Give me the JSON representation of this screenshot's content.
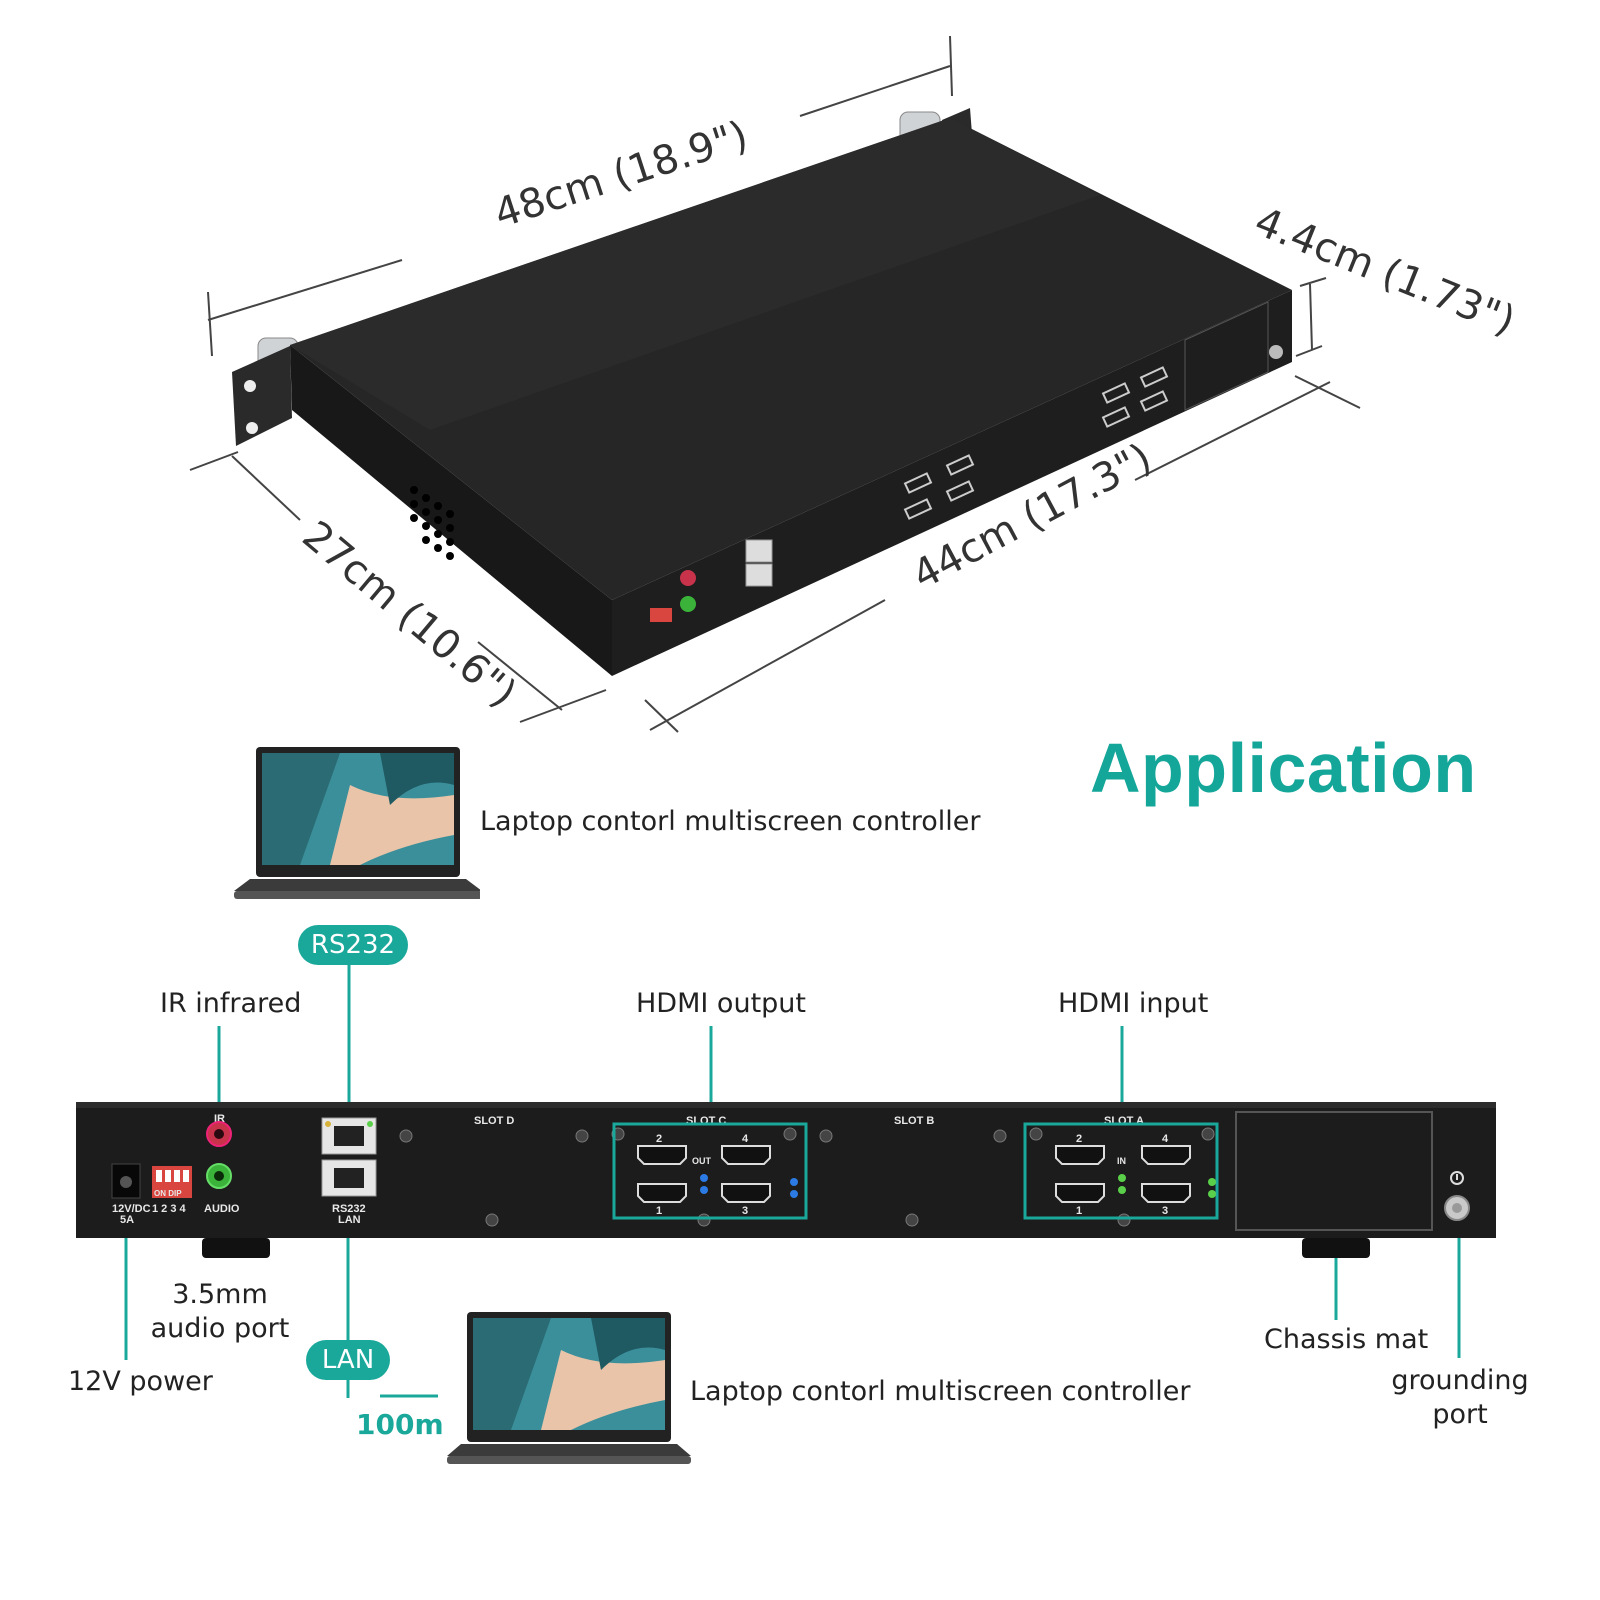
{
  "dimensions": {
    "length": "48cm (18.9\")",
    "height": "4.4cm (1.73\")",
    "depth": "27cm (10.6\")",
    "width": "44cm (17.3\")"
  },
  "title": "Application",
  "laptop_top_label": "Laptop contorl multiscreen controller",
  "laptop_bottom_label": "Laptop contorl multiscreen controller",
  "pills": {
    "rs232": "RS232",
    "lan": "LAN"
  },
  "distance": "100m",
  "callouts": {
    "ir": "IR infrared",
    "hdmi_output": "HDMI output",
    "hdmi_input": "HDMI input",
    "audio_line1": "3.5mm",
    "audio_line2": "audio port",
    "power": "12V power",
    "chassis_mat": "Chassis mat",
    "grounding_line1": "grounding",
    "grounding_line2": "port"
  },
  "panel": {
    "slot_d": "SLOT D",
    "slot_c": "SLOT C",
    "slot_b": "SLOT B",
    "slot_a": "SLOT A",
    "out": "OUT",
    "in": "IN",
    "ir": "IR",
    "audio": "AUDIO",
    "rs232": "RS232",
    "lan": "LAN",
    "dc_line1": "12V/DC",
    "dc_line2": "5A",
    "dip_numbers": "1 2 3 4",
    "dip_label": "ON DIP",
    "port_numbers": [
      "2",
      "4",
      "1",
      "3"
    ]
  },
  "colors": {
    "accent": "#1aa89b",
    "chassis": "#1c1c1c",
    "led_blue": "#2c7be5",
    "led_green": "#5ad04a",
    "ir_port": "#c8324a",
    "audio_port": "#3bb33b"
  },
  "icons": [
    "laptop-icon",
    "hdmi-port-icon",
    "rj45-port-icon",
    "dc-jack-icon",
    "dip-switch-icon",
    "grounding-screw-icon",
    "ground-symbol-icon"
  ]
}
